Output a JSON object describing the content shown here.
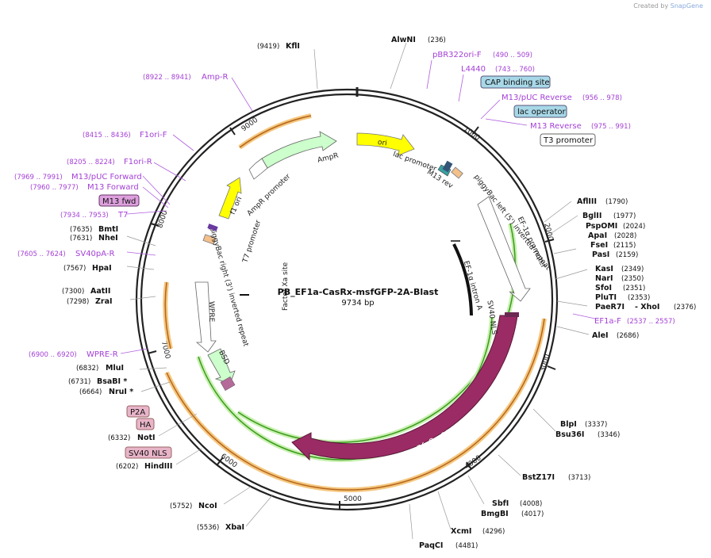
{
  "app": {
    "credit_prefix": "Created by",
    "credit_brand": "SnapGene"
  },
  "plasmid": {
    "name": "PB_EF1a-CasRx-msfGFP-2A-Blast",
    "length_label": "9734 bp",
    "length": 9734
  },
  "colors": {
    "primer": "#a43fd6",
    "feature_yellow": "#ffff00",
    "feature_green": "#ccffcc",
    "rfxcas13d": "#9b2b64",
    "cds_highlight": "#f5a623",
    "orf_green": "#3a9b1c",
    "cyan_box": "#a8d8e8",
    "pink_box": "#e8b4c8",
    "violet_box": "#dda0dd"
  },
  "tick_labels": [
    "1000",
    "2000",
    "3000",
    "4000",
    "5000",
    "6000",
    "7000",
    "8000",
    "9000"
  ],
  "inner_labels": {
    "factor_xa": "Factor Xa site",
    "ef1a_intron": "EF-1α intron A",
    "sv40_ns": "SV40 NLS"
  },
  "features": [
    {
      "label": "ori"
    },
    {
      "label": "AmpR"
    },
    {
      "label": "AmpR promoter"
    },
    {
      "label": "f1 ori"
    },
    {
      "label": "lac promoter"
    },
    {
      "label": "M13 rev"
    },
    {
      "label": "piggyBac left (5') inverted repeat"
    },
    {
      "label": "EF-1α promoter"
    },
    {
      "label": "RfxCas13d"
    },
    {
      "label": "BSD"
    },
    {
      "label": "WPRE"
    },
    {
      "label": "piggyBac right (3') inverted repeat"
    },
    {
      "label": "T7 promoter"
    }
  ],
  "sites": [
    {
      "name": "KflI",
      "pos": "(9419)"
    },
    {
      "name": "AlwNI",
      "pos": "(236)"
    },
    {
      "name": "AflIII",
      "pos": "(1790)"
    },
    {
      "name": "BglII",
      "pos": "(1977)"
    },
    {
      "name": "PspOMI",
      "pos": "(2024)"
    },
    {
      "name": "ApaI",
      "pos": "(2028)"
    },
    {
      "name": "FseI",
      "pos": "(2115)"
    },
    {
      "name": "PasI",
      "pos": "(2159)"
    },
    {
      "name": "KasI",
      "pos": "(2349)"
    },
    {
      "name": "NarI",
      "pos": "(2350)"
    },
    {
      "name": "SfoI",
      "pos": "(2351)"
    },
    {
      "name": "PluTI",
      "pos": "(2353)"
    },
    {
      "name": "PaeR7I",
      "pos": ""
    },
    {
      "name": "- XhoI",
      "pos": "(2376)"
    },
    {
      "name": "AleI",
      "pos": "(2686)"
    },
    {
      "name": "BlpI",
      "pos": "(3337)"
    },
    {
      "name": "Bsu36I",
      "pos": "(3346)"
    },
    {
      "name": "BstZ17I",
      "pos": "(3713)"
    },
    {
      "name": "SbfI",
      "pos": "(4008)"
    },
    {
      "name": "BmgBI",
      "pos": "(4017)"
    },
    {
      "name": "XcmI",
      "pos": "(4296)"
    },
    {
      "name": "PaqCI",
      "pos": "(4481)"
    },
    {
      "name": "XbaI",
      "pos": "(5536)"
    },
    {
      "name": "NcoI",
      "pos": "(5752)"
    },
    {
      "name": "HindIII",
      "pos": "(6202)"
    },
    {
      "name": "NotI",
      "pos": "(6332)"
    },
    {
      "name": "NruI *",
      "pos": "(6664)"
    },
    {
      "name": "BsaBI *",
      "pos": "(6731)"
    },
    {
      "name": "MluI",
      "pos": "(6832)"
    },
    {
      "name": "ZraI",
      "pos": "(7298)"
    },
    {
      "name": "AatII",
      "pos": "(7300)"
    },
    {
      "name": "HpaI",
      "pos": "(7567)"
    },
    {
      "name": "NheI",
      "pos": "(7631)"
    },
    {
      "name": "BmtI",
      "pos": "(7635)"
    }
  ],
  "primers": [
    {
      "label": "pBR322ori-F",
      "pos": "(490 .. 509)"
    },
    {
      "label": "L4440",
      "pos": "(743 .. 760)"
    },
    {
      "label": "M13/pUC Reverse",
      "pos": "(956 .. 978)"
    },
    {
      "label": "M13 Reverse",
      "pos": "(975 .. 991)"
    },
    {
      "label": "EF1a-F",
      "pos": "(2537 .. 2557)"
    },
    {
      "label": "WPRE-R",
      "pos": "(6900 .. 6920)"
    },
    {
      "label": "SV40pA-R",
      "pos": "(7605 .. 7624)"
    },
    {
      "label": "T7",
      "pos": "(7934 .. 7953)"
    },
    {
      "label": "M13 Forward",
      "pos": "(7960 .. 7977)"
    },
    {
      "label": "M13/pUC Forward",
      "pos": "(7969 .. 7991)"
    },
    {
      "label": "F1ori-R",
      "pos": "(8205 .. 8224)"
    },
    {
      "label": "F1ori-F",
      "pos": "(8415 .. 8436)"
    },
    {
      "label": "Amp-R",
      "pos": "(8922 .. 8941)"
    }
  ],
  "boxes": [
    {
      "label": "CAP binding site"
    },
    {
      "label": "lac operator"
    },
    {
      "label": "T3 promoter"
    },
    {
      "label": "M13 fwd"
    },
    {
      "label": "P2A"
    },
    {
      "label": "HA"
    },
    {
      "label": "SV40 NLS"
    }
  ]
}
